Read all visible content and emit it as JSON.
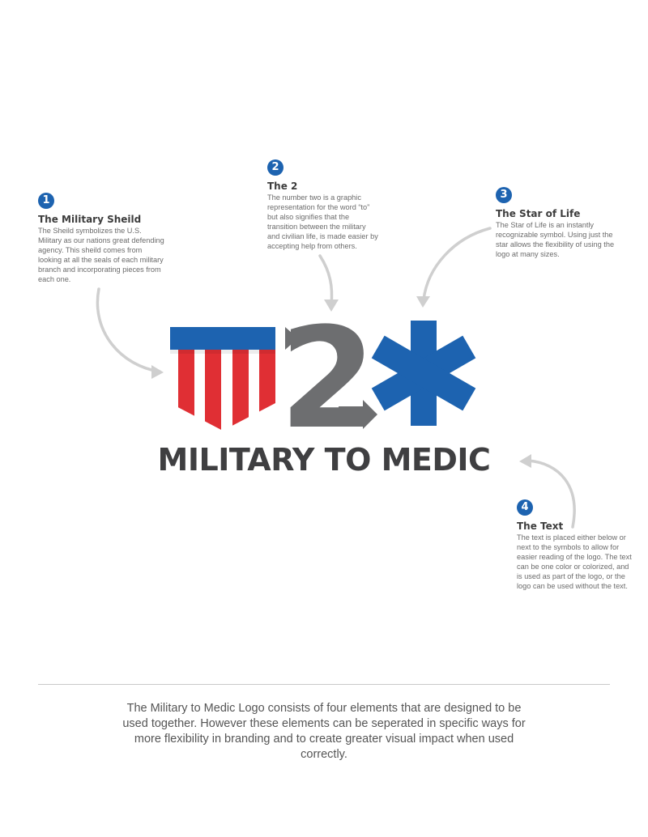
{
  "colors": {
    "blue": "#1d63b0",
    "red": "#e02f34",
    "gray": "#6d6e70",
    "text_dark": "#3f3f41"
  },
  "callouts": [
    {
      "number": "1",
      "title": "The Military Sheild",
      "body": "The Sheild symbolizes the U.S. Military as our nations great defending agency. This sheild comes from looking at all the seals of each military branch and incorporating pieces from each one."
    },
    {
      "number": "2",
      "title": "The 2",
      "body": "The number two is a graphic representation for the word “to” but also signifies that the transition between the military and civilian life, is made easier by accepting help from others."
    },
    {
      "number": "3",
      "title": "The Star of Life",
      "body": "The Star of Life is an instantly recognizable symbol. Using just the star allows the flexibility of using the logo at many sizes."
    },
    {
      "number": "4",
      "title": "The Text",
      "body": "The text is placed either below or next to the symbols to allow for easier reading of the logo. The text can be one color or colorized, and is used as part of the logo, or the logo can be used without the text."
    }
  ],
  "logo": {
    "numeral": "2",
    "wordmark": "MILITARY TO MEDIC",
    "icons": [
      "shield-icon",
      "arrow-icon",
      "star-of-life-icon"
    ]
  },
  "footer": {
    "text": "The Military to Medic Logo consists of four elements that are designed to be used together. However these elements can be seperated in specific ways for more flexibility in branding and to create greater visual impact when used correctly."
  }
}
